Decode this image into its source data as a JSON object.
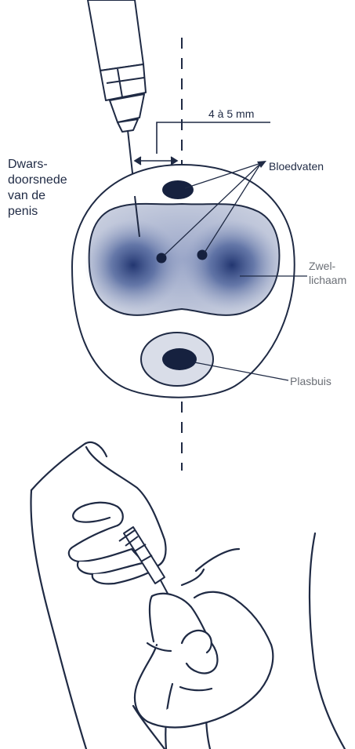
{
  "section_label": {
    "lines": [
      "Dwars-",
      "doorsnede",
      "van de",
      "penis"
    ]
  },
  "distance_label": "4 à 5 mm",
  "labels": {
    "blood_vessels": "Bloedvaten",
    "erectile_body_line1": "Zwel-",
    "erectile_body_line2": "lichaam",
    "urethra": "Plasbuis"
  },
  "colors": {
    "ink": "#1f2a44",
    "shading": "#2a3f7a",
    "vessel": "#16213f",
    "label_gray": "#6b6f76"
  }
}
